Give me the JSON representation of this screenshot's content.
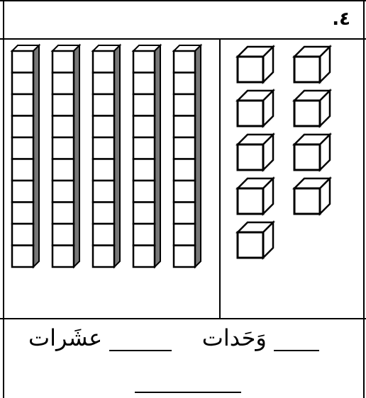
{
  "question_number": "٤.",
  "labels": {
    "units": "وَحَدات",
    "tens": "عشَرات"
  },
  "blocks": {
    "tens_rods": 5,
    "rod_length": 10,
    "unit_cubes": 9
  }
}
